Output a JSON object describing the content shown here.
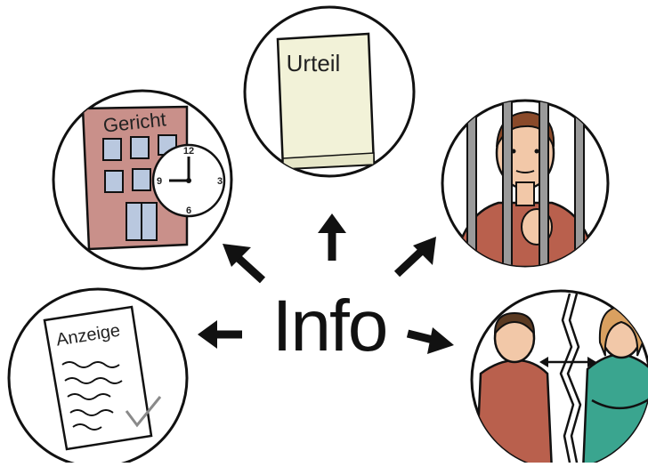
{
  "center": {
    "word": "Info"
  },
  "bubbles": {
    "court": {
      "building_label": "Gericht",
      "clock_numbers": [
        "12",
        "3",
        "6",
        "9"
      ]
    },
    "verdict": {
      "paper_label": "Urteil"
    },
    "report": {
      "paper_label": "Anzeige"
    }
  },
  "colors": {
    "building": "#c9908a",
    "paper": "#f2f2d8",
    "prison_shirt": "#b9604d",
    "woman_top": "#3aa58f",
    "outline": "#111111"
  }
}
